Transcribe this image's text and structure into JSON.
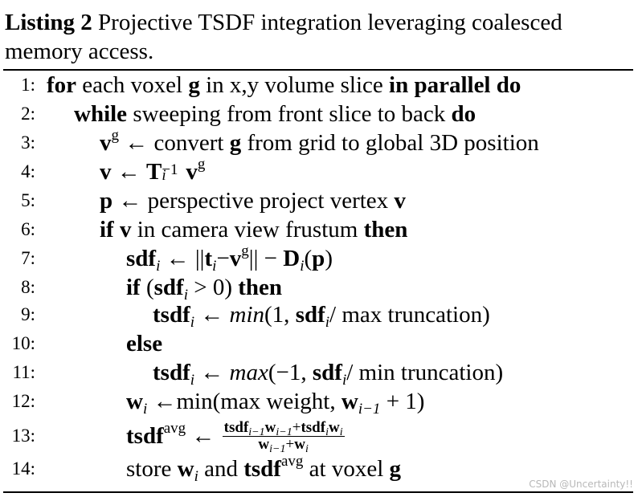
{
  "caption": {
    "label": "Listing 2",
    "text": "Projective TSDF integration leveraging coalesced memory access."
  },
  "lines": [
    {
      "n": "1:"
    },
    {
      "n": "2:"
    },
    {
      "n": "3:"
    },
    {
      "n": "4:"
    },
    {
      "n": "5:"
    },
    {
      "n": "6:"
    },
    {
      "n": "7:"
    },
    {
      "n": "8:"
    },
    {
      "n": "9:"
    },
    {
      "n": "10:"
    },
    {
      "n": "11:"
    },
    {
      "n": "12:"
    },
    {
      "n": "13:"
    },
    {
      "n": "14:"
    }
  ],
  "tokens": {
    "l1": {
      "for": "for",
      "mid1": " each voxel ",
      "g": "g",
      "mid2": " in x,y volume slice ",
      "par": "in parallel do"
    },
    "l2": {
      "while": "while",
      "mid": " sweeping from front slice to back ",
      "do": "do"
    },
    "l3": {
      "v": "v",
      "sup": "g",
      "mid1": " ← convert ",
      "g": "g",
      "mid2": " from grid to global 3D position"
    },
    "l4": {
      "v": "v",
      "arrow": " ← ",
      "T": "T",
      "sub": "i",
      "sup": "−1",
      "v2": "v",
      "sup2": "g"
    },
    "l5": {
      "p": "p",
      "mid": " ← perspective project vertex ",
      "v": "v"
    },
    "l6": {
      "if": "if",
      "v": " v",
      "mid": " in camera view frustum ",
      "then": "then"
    },
    "l7": {
      "sdf": "sdf",
      "sub": "i",
      "a1": " ← ||",
      "t": "t",
      "sub2": "i",
      "a2": "−",
      "v": "v",
      "sup": "g",
      "a3": "|| − ",
      "D": "D",
      "sub3": "i",
      "a4": "(",
      "p": "p",
      "a5": ")"
    },
    "l8": {
      "if": "if",
      "a1": " (",
      "sdf": "sdf",
      "sub": "i",
      "a2": " > 0) ",
      "then": "then"
    },
    "l9": {
      "tsdf": "tsdf",
      "sub": "i",
      "a1": " ← ",
      "min": "min",
      "a2": "(1, ",
      "sdf": "sdf",
      "sub2": "i",
      "a3": "/ max truncation)"
    },
    "l10": {
      "else": "else"
    },
    "l11": {
      "tsdf": "tsdf",
      "sub": "i",
      "a1": " ← ",
      "max": "max",
      "a2": "(−1, ",
      "sdf": "sdf",
      "sub2": "i",
      "a3": "/ min truncation)"
    },
    "l12": {
      "w": "w",
      "sub": "i",
      "a1": " ←min(max weight, ",
      "w2": "w",
      "sub2": "i−1",
      "a2": " + 1)"
    },
    "l13": {
      "tsdf": "tsdf",
      "sup": "avg",
      "a1": " ← ",
      "n_tsdf1": "tsdf",
      "n_s1": "i−1",
      "n_w1": "w",
      "n_s2": "i−1",
      "n_plus": "+",
      "n_tsdf2": "tsdf",
      "n_s3": "i",
      "n_w2": "w",
      "n_s4": "i",
      "d_w1": "w",
      "d_s1": "i−1",
      "d_plus": "+",
      "d_w2": "w",
      "d_s2": "i"
    },
    "l14": {
      "a1": "store ",
      "w": "w",
      "sub": "i",
      "a2": " and ",
      "tsdf": "tsdf",
      "sup": "avg",
      "a3": " at voxel ",
      "g": "g"
    }
  },
  "watermark": "CSDN @Uncertainty!!"
}
